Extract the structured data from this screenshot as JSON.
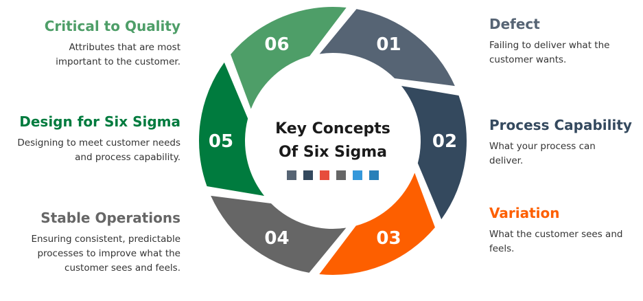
{
  "center": {
    "line1": "Key Concepts",
    "line2": "Of Six Sigma"
  },
  "legend_colors": [
    "#566474",
    "#34495e",
    "#e74c3c",
    "#666666",
    "#3498db",
    "#2980b9"
  ],
  "segments": [
    {
      "number": "01",
      "color": "#566474"
    },
    {
      "number": "02",
      "color": "#34495e"
    },
    {
      "number": "03",
      "color": "#fd5f00"
    },
    {
      "number": "04",
      "color": "#666666"
    },
    {
      "number": "05",
      "color": "#007b3e"
    },
    {
      "number": "06",
      "color": "#4e9e68"
    }
  ],
  "concepts": [
    {
      "title": "Defect",
      "color": "#566474",
      "lines": [
        "Failing to deliver what the",
        "customer wants."
      ]
    },
    {
      "title": "Process Capability",
      "color": "#34495e",
      "lines": [
        "What your process can",
        "deliver."
      ]
    },
    {
      "title": "Variation",
      "color": "#fd5f00",
      "lines": [
        "What the customer sees and",
        "feels."
      ]
    },
    {
      "title": "Stable Operations",
      "color": "#666666",
      "lines": [
        "Ensuring consistent, predictable",
        "processes to improve what the",
        "customer sees and feels."
      ]
    },
    {
      "title": "Design for Six Sigma",
      "color": "#007b3e",
      "lines": [
        "Designing to meet customer needs",
        "and process capability."
      ]
    },
    {
      "title": "Critical to Quality",
      "color": "#4e9e68",
      "lines": [
        "Attributes that are most",
        "important to the customer."
      ]
    }
  ]
}
